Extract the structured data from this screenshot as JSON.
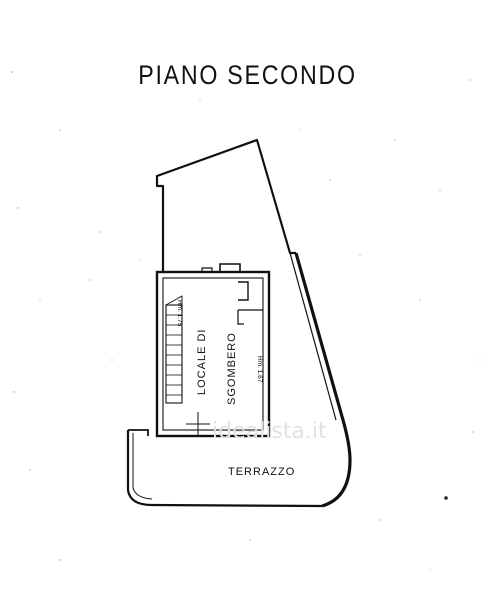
{
  "plan": {
    "title": "PIANO SECONDO",
    "rooms": {
      "locale_line1": "LOCALE DI",
      "locale_line2": "SGOMBERO",
      "terrace": "TERRAZZO"
    },
    "heights": {
      "left": "Hm. 1.75",
      "right": "Hm. 1.67"
    },
    "watermark": "idealista.it"
  },
  "colors": {
    "ink": "#111111",
    "watermark": "#dfe3e8"
  }
}
